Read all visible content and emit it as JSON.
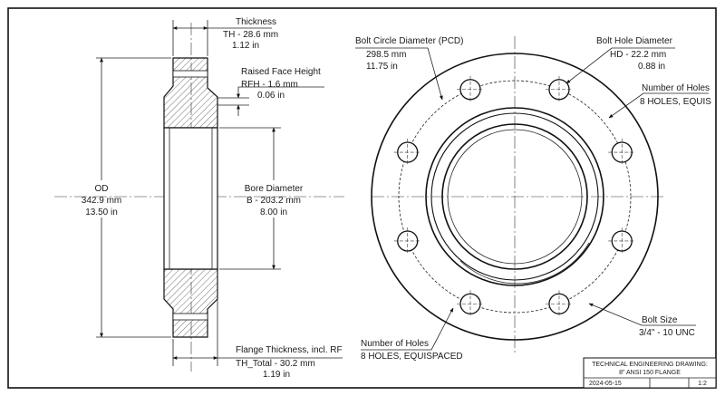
{
  "section_view": {
    "thickness": {
      "title": "Thickness",
      "mm": "TH - 28.6 mm",
      "in": "1.12 in"
    },
    "raised_face": {
      "title": "Raised Face Height",
      "mm": "RFH - 1.6 mm",
      "in": "0.06 in"
    },
    "od": {
      "title": "OD",
      "mm": "342.9 mm",
      "in": "13.50 in"
    },
    "bore": {
      "title": "Bore Diameter",
      "mm": "B - 203.2 mm",
      "in": "8.00 in"
    },
    "flange_thickness": {
      "title": "Flange Thickness, incl. RF",
      "mm": "TH_Total - 30.2 mm",
      "in": "1.19 in"
    }
  },
  "plan_view": {
    "bcd": {
      "title": "Bolt Circle Diameter (PCD)",
      "mm": "298.5 mm",
      "in": "11.75 in"
    },
    "bolt_hole": {
      "title": "Bolt Hole Diameter",
      "mm": "HD - 22.2 mm",
      "in": "0.88 in"
    },
    "holes_right": {
      "title": "Number of Holes",
      "value": "8 HOLES, EQUIS"
    },
    "holes_bottom": {
      "title": "Number of Holes",
      "value": "8 HOLES, EQUISPACED"
    },
    "bolt_size": {
      "title": "Bolt Size",
      "value": "3/4\" - 10 UNC"
    }
  },
  "title_block": {
    "line1": "TECHNICAL ENGINEERING DRAWING:",
    "line2": "8\" ANSI 150 FLANGE",
    "date": "2024-05-15",
    "scale": "1:2"
  }
}
